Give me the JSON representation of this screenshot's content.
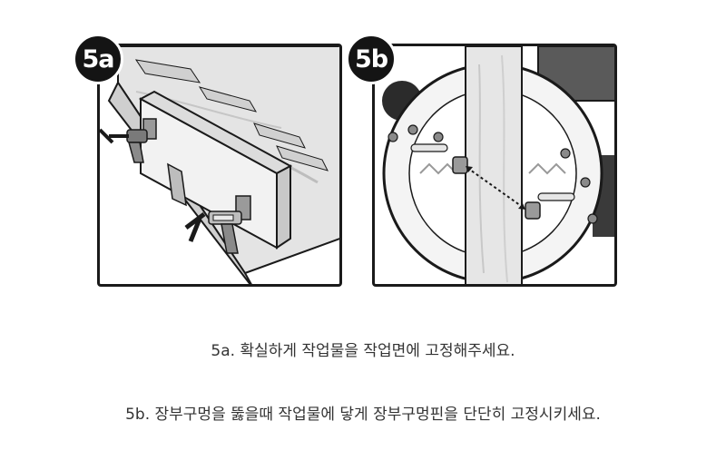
{
  "steps": [
    {
      "badge": "5a",
      "caption": "5a. 확실하게 작업물을 작업면에 고정해주세요."
    },
    {
      "badge": "5b",
      "caption": "5b. 장부구멍을 뚫을때 작업물에 닿게 장부구멍핀을 단단히 고정시키세요."
    }
  ],
  "colors": {
    "outline": "#1a1a1a",
    "wood": "#e6e6e6",
    "metal": "#8a8a8a",
    "badge": "#141414"
  },
  "icons": [
    "clamp-icon",
    "dowel-jig-icon",
    "pin-icon"
  ]
}
